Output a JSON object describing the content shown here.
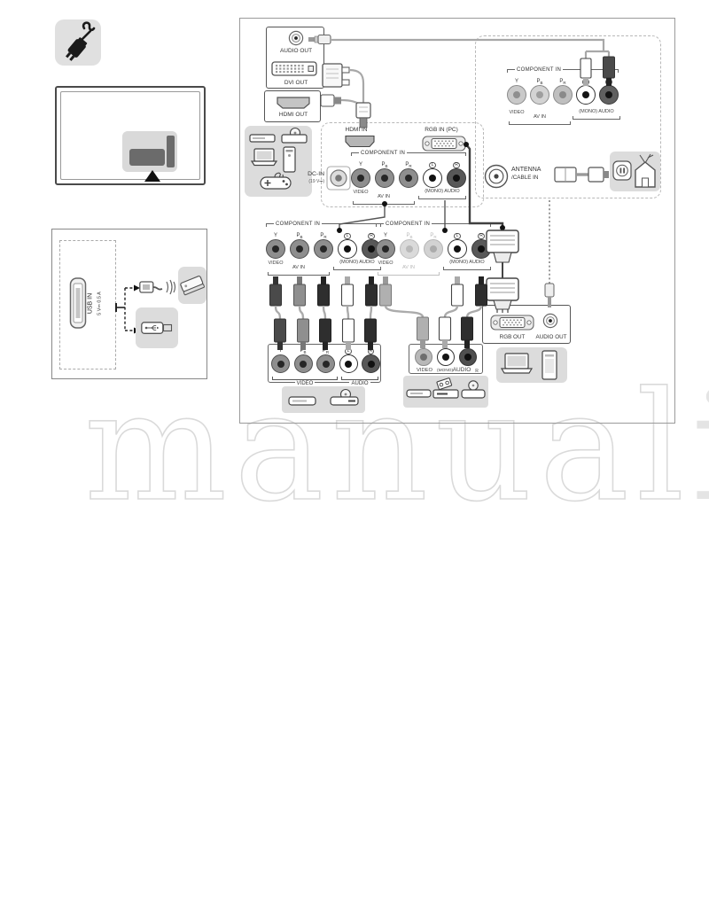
{
  "watermark": {
    "outline": "manual",
    "solid": "i"
  },
  "usb_panel": {
    "label": "USB IN",
    "spec": "5 V⎓ 0.5 A"
  },
  "out_box": {
    "audio_out": "AUDIO OUT",
    "dvi_out": "DVI OUT"
  },
  "hdmi_out": {
    "label": "HDMI OUT"
  },
  "tv": {
    "hdmi_in": "HDMI IN",
    "rgb_in": "RGB IN (PC)",
    "dc_in": "DC-IN",
    "dc_in_spec": "(19 V⎓)",
    "antenna_1": "ANTENNA",
    "antenna_2": "/CABLE IN"
  },
  "labels": {
    "component_in": "COMPONENT IN",
    "video": "VIDEO",
    "av_in": "AV IN",
    "mono_audio": "(MONO) AUDIO",
    "audio": "AUDIO",
    "mono": "(MONO)",
    "r": "R"
  },
  "rgb_out_box": {
    "rgb_out": "RGB OUT",
    "audio_out": "AUDIO OUT"
  },
  "jack_sets": {
    "top_right": [
      {
        "l": "Y",
        "ring": "#c9c9c9",
        "center": "#8f8f8f",
        "bc": "#8a8a8a"
      },
      {
        "l": "P",
        "sub": "B",
        "ring": "#d3d3d3",
        "center": "#9e9e9e",
        "bc": "#8a8a8a"
      },
      {
        "l": "P",
        "sub": "R",
        "ring": "#bfbfbf",
        "center": "#8a8a8a",
        "bc": "#8a8a8a"
      },
      {
        "l": "L",
        "circ": true,
        "ring": "#ffffff",
        "center": "#141414",
        "bc": "#333333"
      },
      {
        "l": "R",
        "circ": true,
        "ring": "#606060",
        "center": "#141414",
        "bc": "#3a3a3a"
      }
    ],
    "tv_component": [
      {
        "l": "Y",
        "ring": "#8e8e8e",
        "center": "#262626",
        "bc": "#4f4f4f"
      },
      {
        "l": "P",
        "sub": "B",
        "ring": "#8e8e8e",
        "center": "#262626",
        "bc": "#4f4f4f"
      },
      {
        "l": "P",
        "sub": "R",
        "ring": "#8e8e8e",
        "center": "#262626",
        "bc": "#4f4f4f"
      },
      {
        "l": "L",
        "circ": true,
        "ring": "#ffffff",
        "center": "#111111",
        "bc": "#333333"
      },
      {
        "l": "R",
        "circ": true,
        "ring": "#585858",
        "center": "#111111",
        "bc": "#3a3a3a"
      }
    ],
    "mid_left": [
      {
        "l": "Y",
        "ring": "#8e8e8e",
        "center": "#262626",
        "bc": "#4f4f4f"
      },
      {
        "l": "P",
        "sub": "B",
        "ring": "#8e8e8e",
        "center": "#262626",
        "bc": "#4f4f4f"
      },
      {
        "l": "P",
        "sub": "R",
        "ring": "#8e8e8e",
        "center": "#262626",
        "bc": "#4f4f4f"
      },
      {
        "l": "L",
        "circ": true,
        "ring": "#ffffff",
        "center": "#111111",
        "bc": "#333333"
      },
      {
        "l": "R",
        "circ": true,
        "ring": "#585858",
        "center": "#111111",
        "bc": "#3a3a3a"
      }
    ],
    "mid_right": [
      {
        "l": "Y",
        "ring": "#8e8e8e",
        "center": "#262626",
        "bc": "#4f4f4f"
      },
      {
        "l": "P",
        "sub": "B",
        "dim": true,
        "ring": "#dadada",
        "center": "#b9b9b9",
        "bc": "#bdbdbd"
      },
      {
        "l": "P",
        "sub": "R",
        "dim": true,
        "ring": "#d2d2d2",
        "center": "#ababab",
        "bc": "#b5b5b5"
      },
      {
        "l": "L",
        "circ": true,
        "ring": "#ffffff",
        "center": "#111111",
        "bc": "#333333"
      },
      {
        "l": "R",
        "circ": true,
        "ring": "#585858",
        "center": "#111111",
        "bc": "#3a3a3a"
      }
    ],
    "device": [
      {
        "l": "Y",
        "ring": "#8e8e8e",
        "center": "#262626",
        "bc": "#4f4f4f"
      },
      {
        "l": "P",
        "sub": "B",
        "ring": "#8e8e8e",
        "center": "#262626",
        "bc": "#4f4f4f"
      },
      {
        "l": "P",
        "sub": "R",
        "ring": "#8e8e8e",
        "center": "#262626",
        "bc": "#4f4f4f"
      },
      {
        "l": "L",
        "circ": true,
        "ring": "#ffffff",
        "center": "#111111",
        "bc": "#333333"
      },
      {
        "l": "R",
        "circ": true,
        "ring": "#585858",
        "center": "#111111",
        "bc": "#3a3a3a"
      }
    ],
    "av_device": [
      {
        "ring": "#b8b8b8",
        "center": "#6e6e6e",
        "bc": "#8a8a8a"
      },
      {
        "ring": "#ffffff",
        "center": "#141414",
        "bc": "#333333"
      },
      {
        "ring": "#4f4f4f",
        "center": "#0f0f0f",
        "bc": "#333333"
      }
    ]
  },
  "icon_names": [
    "power-cable-icon",
    "tv-back-panel",
    "usb-port",
    "usb-cable-icon",
    "hard-drive-icon",
    "usb-flash-icon",
    "set-top-box-icon",
    "dvd-player-icon",
    "vcr-icon",
    "laptop-icon",
    "desktop-tower-icon",
    "gamepad-icon",
    "wall-outlet-icon",
    "house-antenna-icon",
    "audio-jack-icon",
    "dvi-port-icon",
    "hdmi-port-icon",
    "vga-port-icon",
    "dc-port-icon",
    "antenna-port-icon"
  ]
}
